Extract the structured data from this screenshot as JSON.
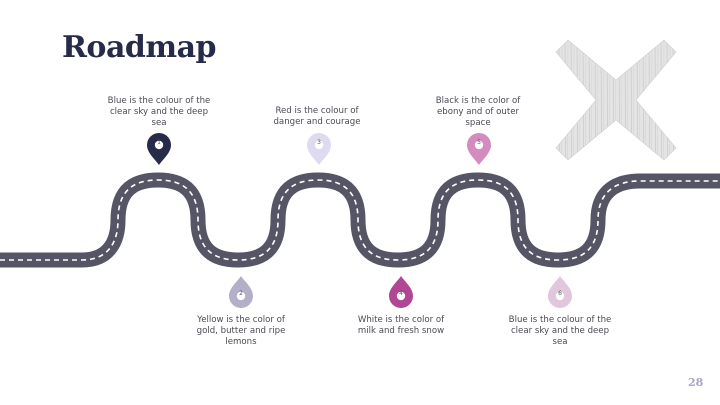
{
  "slide": {
    "title": "Roadmap",
    "page_number": "28"
  },
  "milestones": [
    {
      "number": "1",
      "text": "Blue is the colour of the clear sky and the deep sea",
      "color": "#262b4a"
    },
    {
      "number": "2",
      "text": "Yellow is the color of gold, butter and ripe lemons",
      "color": "#b3afc8"
    },
    {
      "number": "3",
      "text": "Red is the colour of danger and courage",
      "color": "#dedbf0"
    },
    {
      "number": "4",
      "text": "White is the color of milk and fresh snow",
      "color": "#b04694"
    },
    {
      "number": "5",
      "text": "Black is the color of ebony and of outer space",
      "color": "#d48bbf"
    },
    {
      "number": "6",
      "text": "Blue is the colour of the clear sky and the deep sea",
      "color": "#e2c6dd"
    }
  ],
  "colors": {
    "road": "#555566",
    "road_dash": "#ffffff",
    "title": "#262b4a",
    "page_number": "#a8a4c8"
  },
  "icons": {
    "decoration": "wood-texture-x-icon",
    "pin": "map-pin-icon"
  }
}
